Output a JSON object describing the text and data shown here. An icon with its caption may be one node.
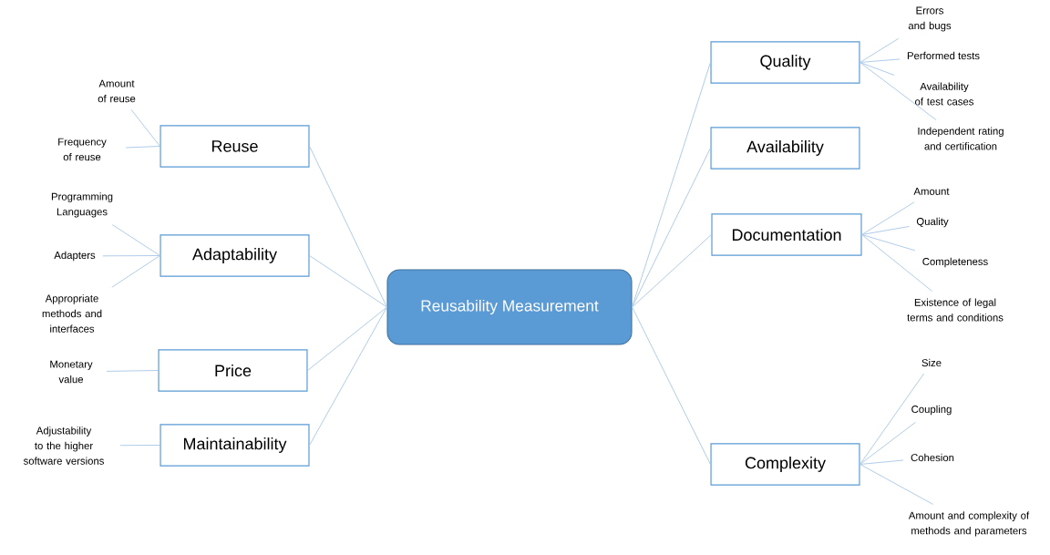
{
  "diagram": {
    "nodes": [
      {
        "text": [
          "Reusability Measurement"
        ]
      },
      {
        "text": [
          "Reuse"
        ]
      },
      {
        "text": [
          "Adaptability"
        ]
      },
      {
        "text": [
          "Price"
        ]
      },
      {
        "text": [
          "Maintainability"
        ]
      },
      {
        "text": [
          "Quality"
        ]
      },
      {
        "text": [
          "Availability"
        ]
      },
      {
        "text": [
          "Documentation"
        ]
      },
      {
        "text": [
          "Complexity"
        ]
      },
      {
        "text": [
          "Amount of reuse"
        ]
      },
      {
        "text": [
          "Frequency of reuse"
        ]
      },
      {
        "text": [
          "Programming Languages"
        ]
      },
      {
        "text": [
          "Adapters"
        ]
      },
      {
        "text": [
          "Appropriate methods and interfaces"
        ]
      },
      {
        "text": [
          "Monetary value"
        ]
      },
      {
        "text": [
          "Adjustability to the higher software versions"
        ]
      },
      {
        "text": [
          "Errors and bugs"
        ]
      },
      {
        "text": [
          "Performed tests"
        ]
      },
      {
        "text": [
          "Availability of test cases"
        ]
      },
      {
        "text": [
          "Independent rating and certification"
        ]
      },
      {
        "text": [
          "Amount"
        ]
      },
      {
        "text": [
          "Quality"
        ]
      },
      {
        "text": [
          "Completeness"
        ]
      },
      {
        "text": [
          "Existence of legal terms and conditions"
        ]
      },
      {
        "text": [
          "Size"
        ]
      },
      {
        "text": [
          "Coupling"
        ]
      },
      {
        "text": [
          "Cohesion"
        ]
      },
      {
        "text": [
          "Amount and complexity of methods and parameters"
        ]
      }
    ],
    "edges": [
      {
        "from": 0,
        "to": 1,
        "arrow": "none"
      },
      {
        "from": 0,
        "to": 2,
        "arrow": "none"
      },
      {
        "from": 0,
        "to": 3,
        "arrow": "none"
      },
      {
        "from": 0,
        "to": 4,
        "arrow": "none"
      },
      {
        "from": 0,
        "to": 5,
        "arrow": "none"
      },
      {
        "from": 0,
        "to": 6,
        "arrow": "none"
      },
      {
        "from": 0,
        "to": 7,
        "arrow": "none"
      },
      {
        "from": 0,
        "to": 8,
        "arrow": "none"
      },
      {
        "from": 1,
        "to": 9,
        "arrow": "none"
      },
      {
        "from": 1,
        "to": 10,
        "arrow": "none"
      },
      {
        "from": 2,
        "to": 11,
        "arrow": "none"
      },
      {
        "from": 2,
        "to": 12,
        "arrow": "none"
      },
      {
        "from": 2,
        "to": 13,
        "arrow": "none"
      },
      {
        "from": 3,
        "to": 14,
        "arrow": "none"
      },
      {
        "from": 4,
        "to": 15,
        "arrow": "none"
      },
      {
        "from": 5,
        "to": 16,
        "arrow": "none"
      },
      {
        "from": 5,
        "to": 17,
        "arrow": "none"
      },
      {
        "from": 5,
        "to": 18,
        "arrow": "none"
      },
      {
        "from": 5,
        "to": 19,
        "arrow": "none"
      },
      {
        "from": 7,
        "to": 20,
        "arrow": "none"
      },
      {
        "from": 7,
        "to": 21,
        "arrow": "none"
      },
      {
        "from": 7,
        "to": 22,
        "arrow": "none"
      },
      {
        "from": 7,
        "to": 23,
        "arrow": "none"
      },
      {
        "from": 8,
        "to": 24,
        "arrow": "none"
      },
      {
        "from": 8,
        "to": 25,
        "arrow": "none"
      },
      {
        "from": 8,
        "to": 26,
        "arrow": "none"
      },
      {
        "from": 8,
        "to": 27,
        "arrow": "none"
      }
    ]
  }
}
